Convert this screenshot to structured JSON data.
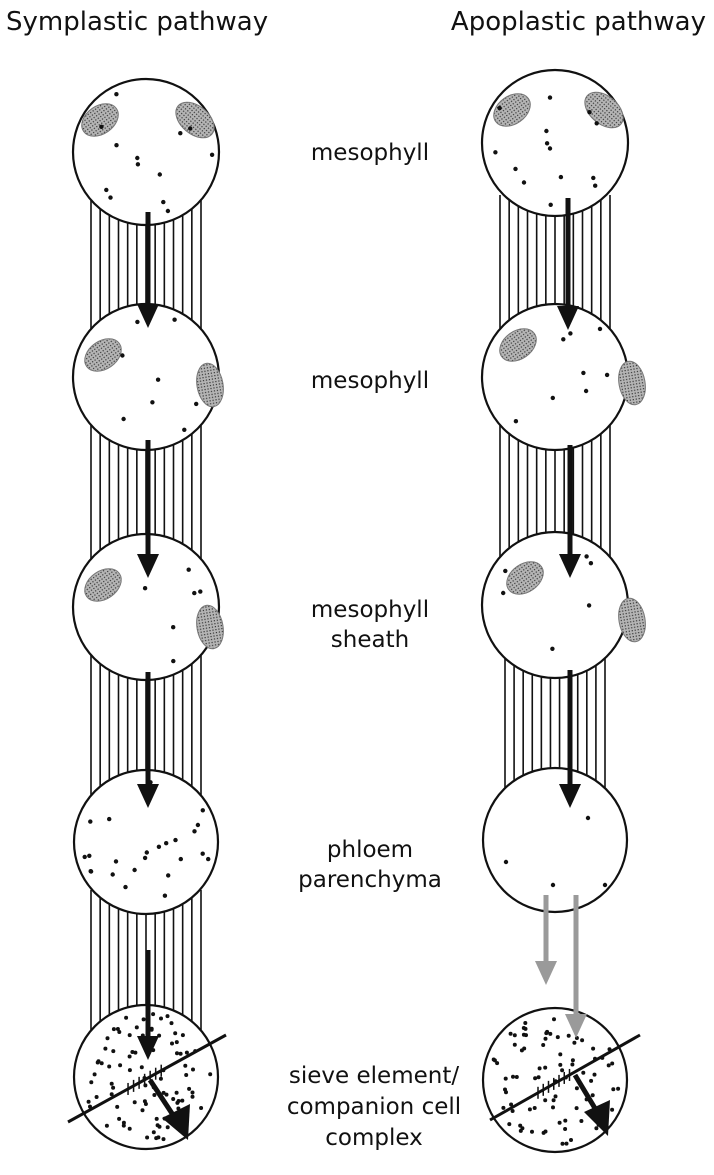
{
  "headings": {
    "left": "Symplastic pathway",
    "right": "Apoplastic pathway"
  },
  "cell_labels": [
    [
      "mesophyll"
    ],
    [
      "mesophyll"
    ],
    [
      "mesophyll",
      "sheath"
    ],
    [
      "phloem",
      "parenchyma"
    ],
    [
      "sieve  element/",
      "companion cell",
      "complex"
    ]
  ],
  "colors": {
    "ink": "#111111",
    "chloroplast": "#8a8a8a",
    "apoplastic_arrow": "#9a9a9a"
  }
}
